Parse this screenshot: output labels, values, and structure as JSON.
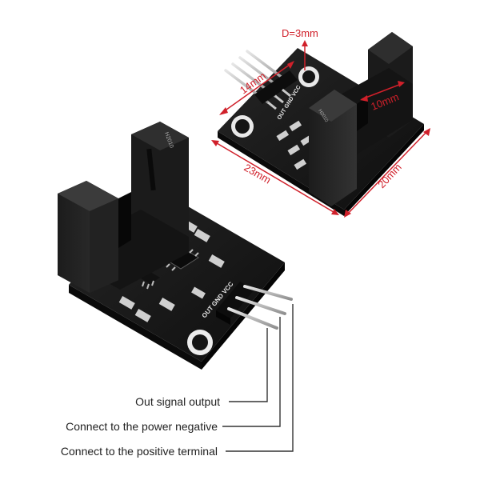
{
  "dimensions": {
    "slot_width": "D=3mm",
    "pin_pitch": "14mm",
    "slot_depth": "10mm",
    "board_length": "23mm",
    "board_width": "20mm"
  },
  "silkscreen": {
    "top_module": "OUT GND VCC",
    "bottom_module": "OUT GND VCC",
    "sensor_marking": "H2010"
  },
  "pin_labels": {
    "out": "Out signal output",
    "gnd": "Connect to the power negative",
    "vcc": "Connect to the positive terminal"
  },
  "colors": {
    "dimension": "#d0202a",
    "board": "#151515",
    "pin": "#b9b9b9",
    "leader": "#333333"
  }
}
